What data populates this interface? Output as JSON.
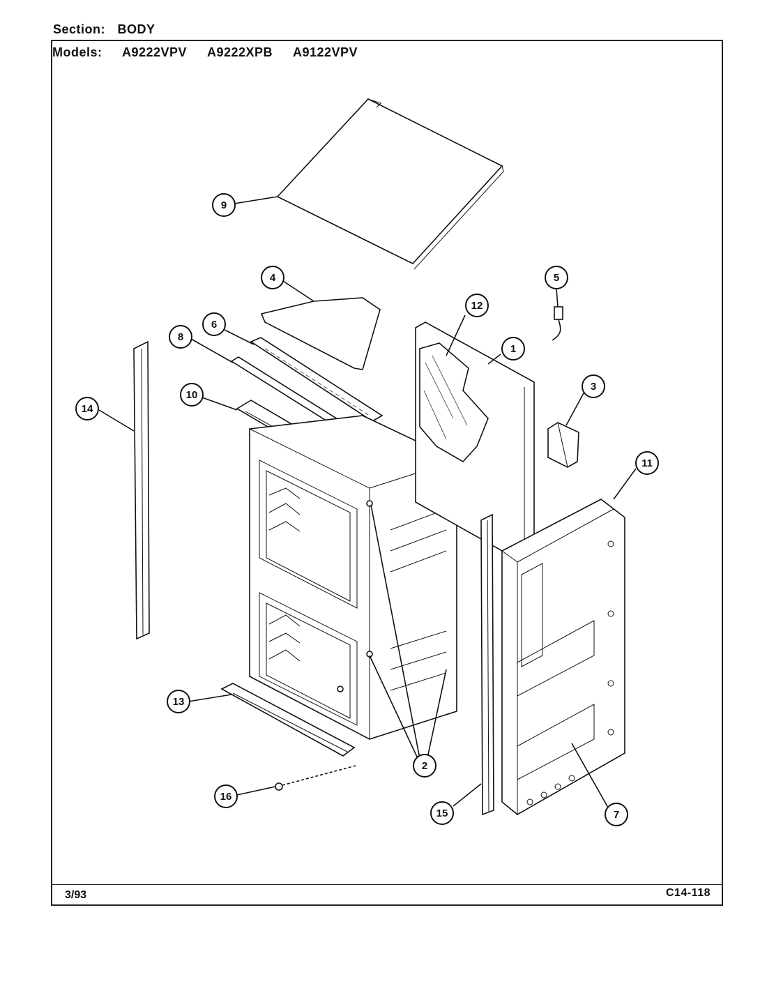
{
  "header": {
    "section_label": "Section:",
    "section_value": "BODY",
    "models_label": "Models:",
    "models": [
      "A9222VPV",
      "A9222XPB",
      "A9122VPV"
    ]
  },
  "footer": {
    "date": "3/93",
    "code": "C14-118"
  },
  "callouts": [
    "1",
    "2",
    "3",
    "4",
    "5",
    "6",
    "7",
    "8",
    "9",
    "10",
    "11",
    "12",
    "13",
    "14",
    "15",
    "16"
  ]
}
